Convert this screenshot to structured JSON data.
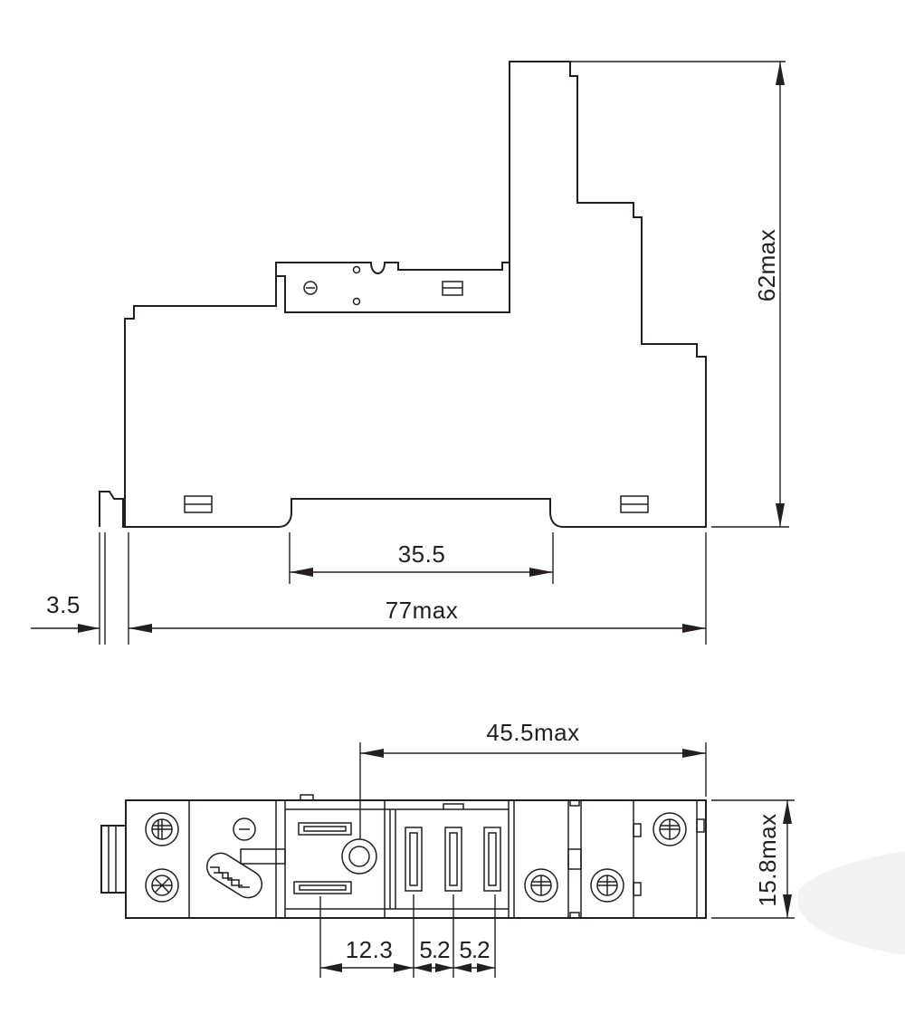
{
  "dimensions": {
    "side_view": {
      "width_label": "77max",
      "height_label": "62max",
      "rail_label": "35.5",
      "offset_label": "3.5"
    },
    "top_view": {
      "width_label": "45.5max",
      "height_label": "15.8max",
      "pitch_1_label": "12.3",
      "pitch_2_label": "5.2",
      "pitch_3_label": "5.2"
    }
  }
}
